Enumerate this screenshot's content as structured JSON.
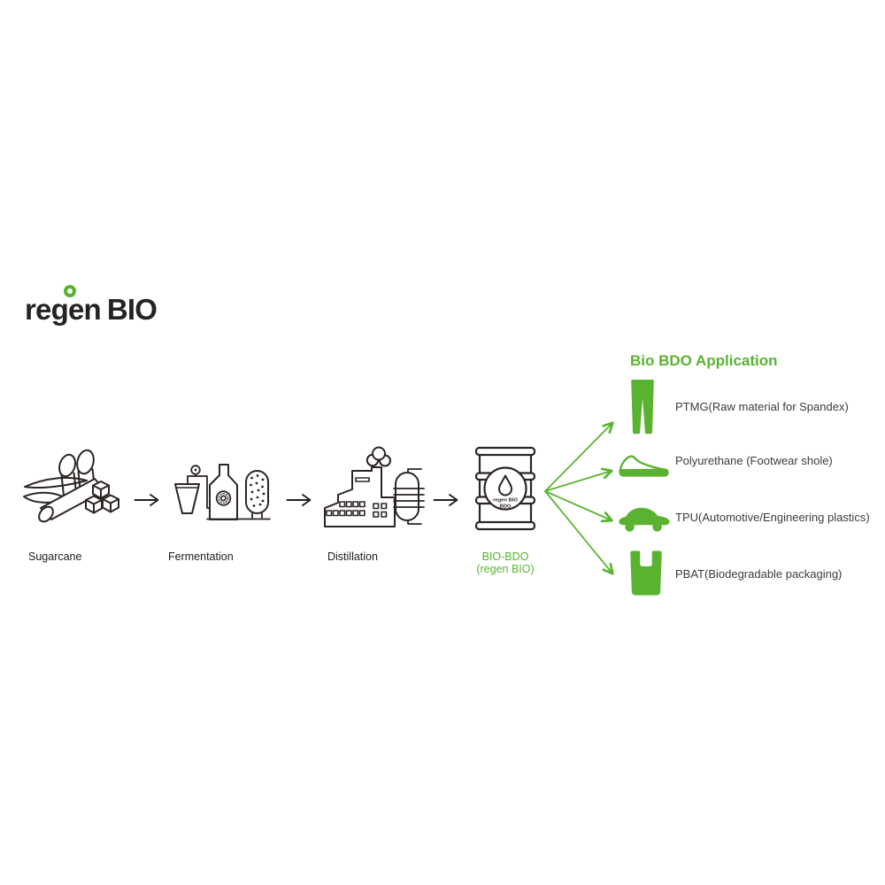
{
  "colors": {
    "brand_green": "#59b331",
    "ink": "#262222",
    "label_text": "#1e1c1c",
    "item_text": "#3d3b3b",
    "background": "#ffffff"
  },
  "logo": {
    "regen": "regen",
    "bio": "BIO"
  },
  "process": {
    "steps": [
      {
        "label": "Sugarcane"
      },
      {
        "label": "Fermentation"
      },
      {
        "label": "Distillation"
      },
      {
        "label": "BIO-BDO",
        "sublabel": "(regen BIO)"
      }
    ],
    "barrel_text": {
      "line1": "regen BIO",
      "line2": "BDO"
    }
  },
  "applications": {
    "title": "Bio BDO Application",
    "items": [
      {
        "icon": "pants-icon",
        "label": "PTMG(Raw material for Spandex)"
      },
      {
        "icon": "shoe-icon",
        "label": "Polyurethane (Footwear shole)"
      },
      {
        "icon": "car-icon",
        "label": "TPU(Automotive/Engineering plastics)"
      },
      {
        "icon": "bag-icon",
        "label": "PBAT(Biodegradable packaging)"
      }
    ]
  }
}
